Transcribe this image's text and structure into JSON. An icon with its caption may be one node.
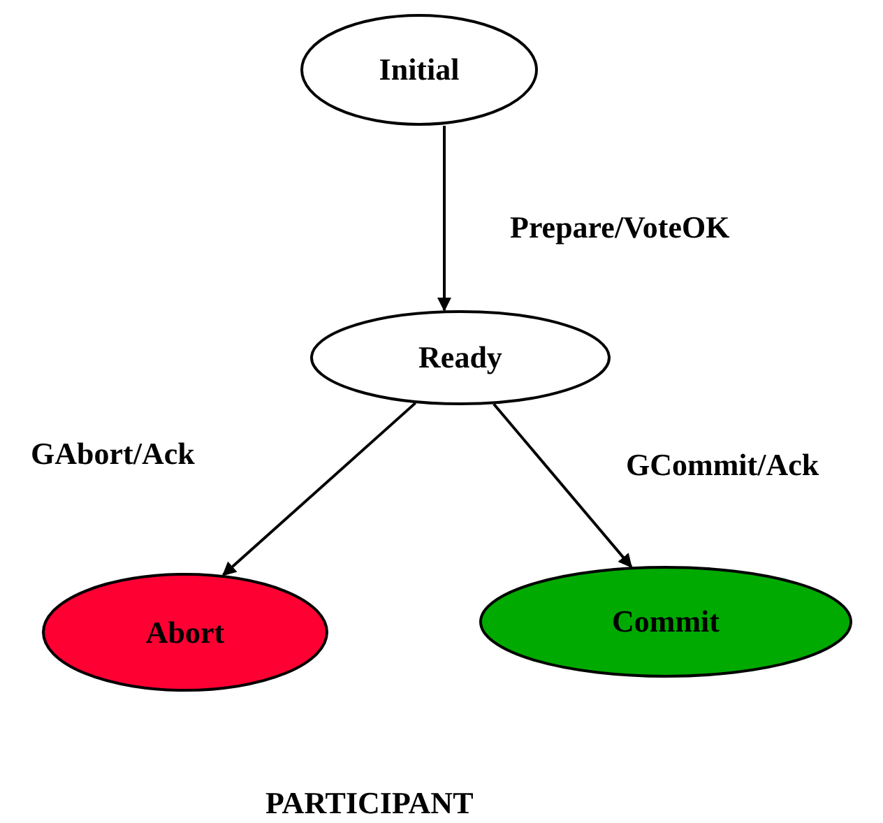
{
  "diagram": {
    "caption": "PARTICIPANT",
    "nodes": [
      {
        "text": [
          "Initial"
        ]
      },
      {
        "text": [
          "Ready"
        ]
      },
      {
        "text": [
          "Abort"
        ]
      },
      {
        "text": [
          "Commit"
        ]
      }
    ],
    "edges": [
      {
        "from": 0,
        "to": 1,
        "arrow": "to",
        "label": "Prepare/VoteOK"
      },
      {
        "from": 1,
        "to": 2,
        "arrow": "to",
        "label": "GAbort/Ack"
      },
      {
        "from": 1,
        "to": 3,
        "arrow": "to",
        "label": "GCommit/Ack"
      }
    ]
  }
}
